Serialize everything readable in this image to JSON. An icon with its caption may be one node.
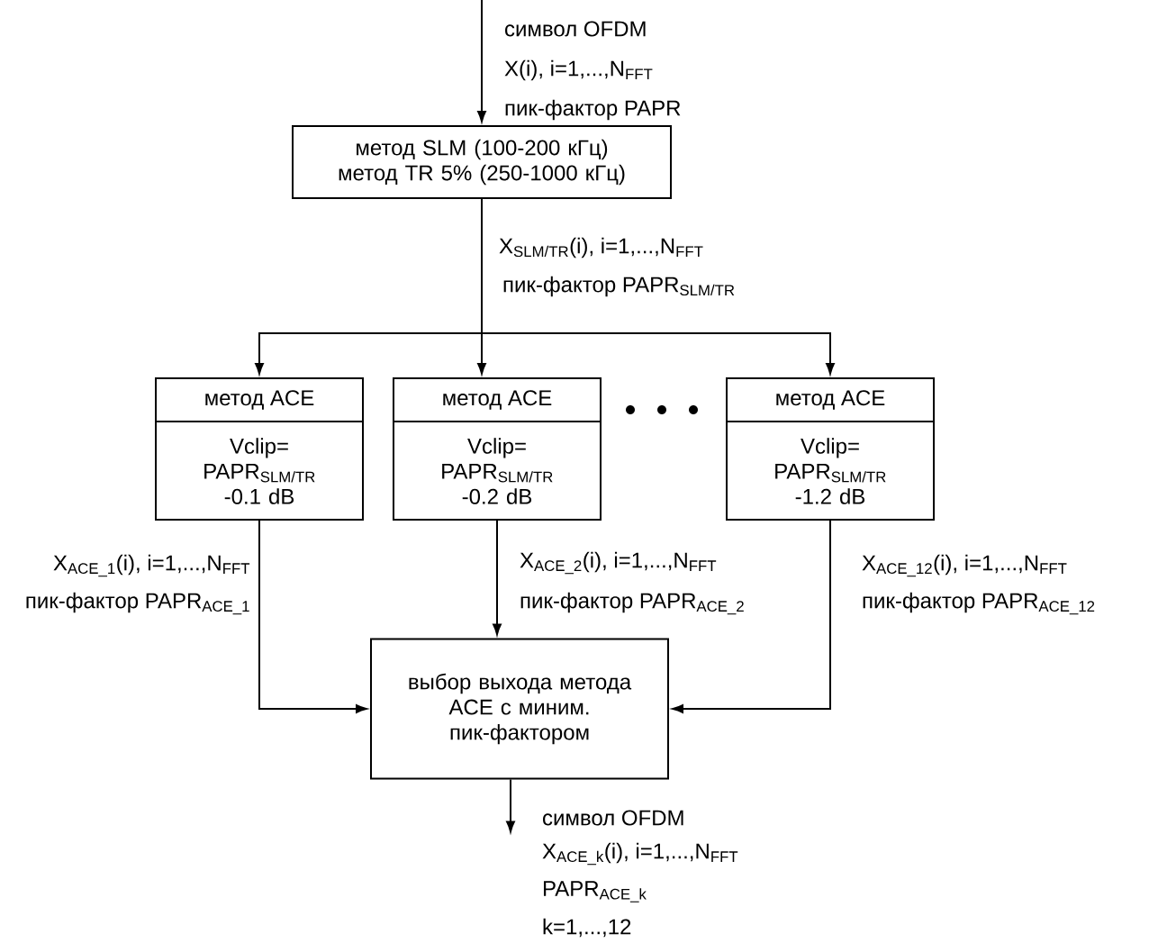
{
  "diagram": {
    "nodes": [
      {
        "text": [
          "метод SLM (100-200 кГц) метод TR 5% (250-1000 кГц)"
        ]
      },
      {
        "text": [
          "метод ACE",
          "Vclip= PAPR$_{SLM/TR}$ -0.1 dB"
        ]
      },
      {
        "text": [
          "метод ACE",
          "Vclip= PAPR$_{SLM/TR}$ -0.2 dB"
        ]
      },
      {
        "text": [
          "метод ACE",
          "Vclip= PAPR$_{SLM/TR}$ -1.2 dB"
        ]
      },
      {
        "text": [
          "выбор выхода метода ACE с миним. пик-фактором"
        ]
      }
    ],
    "edges": [
      {
        "from": null,
        "to": 0,
        "arrow": "to"
      },
      {
        "from": 0,
        "to": 1,
        "arrow": "to"
      },
      {
        "from": 0,
        "to": 2,
        "arrow": "to"
      },
      {
        "from": 0,
        "to": 3,
        "arrow": "to"
      },
      {
        "from": 1,
        "to": 4,
        "arrow": "to"
      },
      {
        "from": 2,
        "to": 4,
        "arrow": "to"
      },
      {
        "from": 3,
        "to": 4,
        "arrow": "to"
      },
      {
        "from": 4,
        "to": null,
        "arrow": "to"
      }
    ],
    "labels": [
      "символ OFDM",
      "X(i), i=1,...,N$_{FFT}$",
      "пик-фактор PAPR",
      "X$_{SLM/TR}$(i), i=1,...,N$_{FFT}$",
      "пик-фактор PAPR$_{SLM/TR}$",
      "X$_{ACE_1}$(i), i=1,...,N$_{FFT}$",
      "пик-фактор PAPR$_{ACE_1}$",
      "X$_{ACE_2}$(i), i=1,...,N$_{FFT}$",
      "пик-фактор PAPR$_{ACE_2}$",
      "X$_{ACE_12}$(i), i=1,...,N$_{FFT}$",
      "пик-фактор PAPR$_{ACE_12}$",
      "символ OFDM",
      "X$_{ACE_k}$(i), i=1,...,N$_{FFT}$",
      "PAPR$_{ACE_k}$",
      "k=1,...,12"
    ]
  }
}
